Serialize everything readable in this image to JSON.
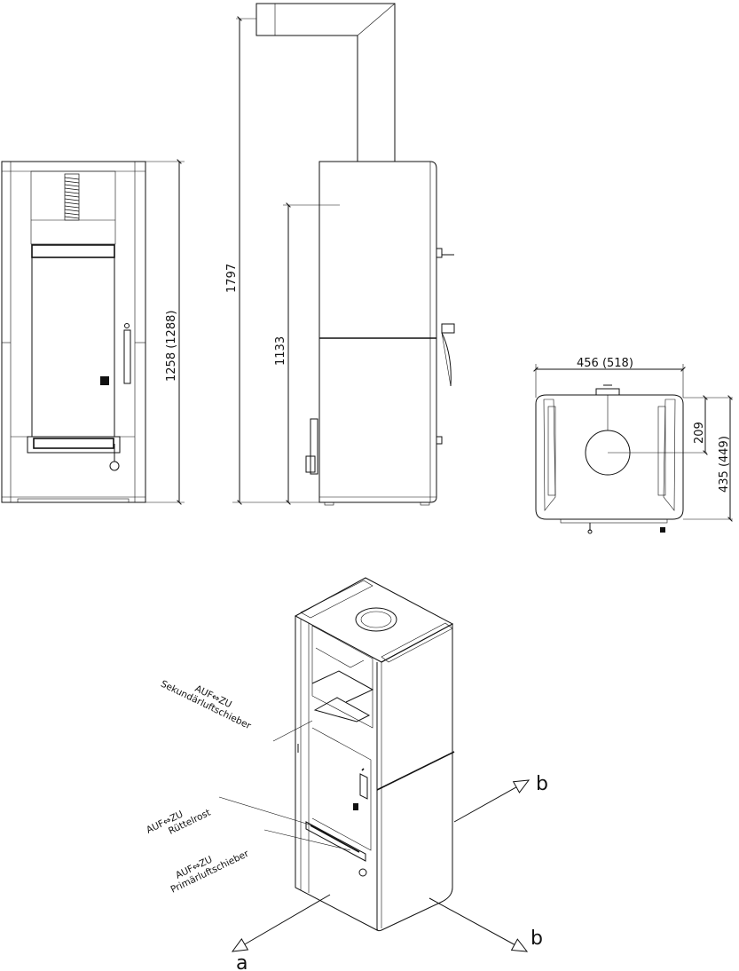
{
  "dimensions": {
    "front_height": "1258 (1288)",
    "total_height": "1797",
    "pipe_height": "1133",
    "width": "456 (518)",
    "pipe_offset": "209",
    "depth": "435 (449)"
  },
  "iso_labels": {
    "secondary": {
      "dir": "AUF⇔ZU",
      "name": "Sekundärluftschieber"
    },
    "grate": {
      "dir": "AUF⇔ZU",
      "name": "Rüttelrost"
    },
    "primary": {
      "dir": "AUF⇔ZU",
      "name": "Primärluftschieber"
    }
  },
  "axes": {
    "a": "a",
    "b_upper": "b",
    "b_lower": "b"
  }
}
